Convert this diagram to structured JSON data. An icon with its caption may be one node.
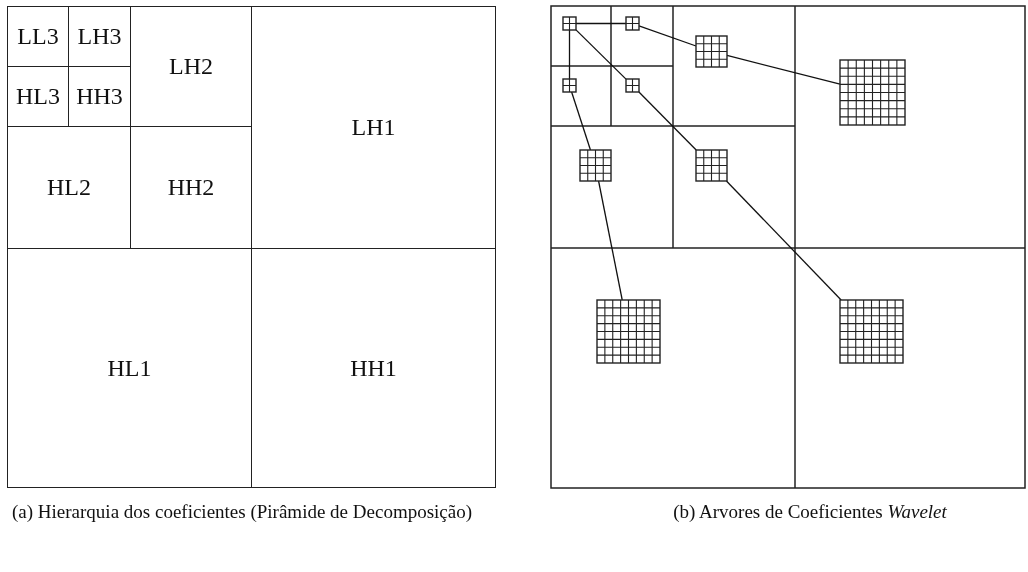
{
  "diagram": {
    "nodes": [
      {
        "text": [
          "LL3"
        ]
      },
      {
        "text": [
          "LH3"
        ]
      },
      {
        "text": [
          "HL3"
        ]
      },
      {
        "text": [
          "HH3"
        ]
      },
      {
        "text": [
          "LH2"
        ]
      },
      {
        "text": [
          "HL2"
        ]
      },
      {
        "text": [
          "HH2"
        ]
      },
      {
        "text": [
          "LH1"
        ]
      },
      {
        "text": [
          "HL1"
        ]
      },
      {
        "text": [
          "HH1"
        ]
      },
      {
        "text": [],
        "shape": "grid"
      },
      {
        "text": [],
        "shape": "grid"
      },
      {
        "text": [],
        "shape": "grid"
      },
      {
        "text": [],
        "shape": "grid"
      },
      {
        "text": [],
        "shape": "grid"
      },
      {
        "text": [],
        "shape": "grid"
      },
      {
        "text": [],
        "shape": "grid"
      },
      {
        "text": [],
        "shape": "grid"
      },
      {
        "text": [],
        "shape": "grid"
      },
      {
        "text": [],
        "shape": "grid"
      }
    ],
    "edges": [
      {
        "from": 10,
        "to": 11,
        "arrow": "none"
      },
      {
        "from": 10,
        "to": 12,
        "arrow": "none"
      },
      {
        "from": 10,
        "to": 13,
        "arrow": "none"
      },
      {
        "from": 11,
        "to": 14,
        "arrow": "none"
      },
      {
        "from": 14,
        "to": 15,
        "arrow": "none"
      },
      {
        "from": 12,
        "to": 16,
        "arrow": "none"
      },
      {
        "from": 16,
        "to": 18,
        "arrow": "none"
      },
      {
        "from": 13,
        "to": 17,
        "arrow": "none"
      },
      {
        "from": 17,
        "to": 19,
        "arrow": "none"
      }
    ],
    "labels": [
      "(a) Hierarquia dos coeficientes (Pirâmide de Decomposição)",
      "(b) Arvores de Coeficientes *Wavelet*"
    ]
  }
}
